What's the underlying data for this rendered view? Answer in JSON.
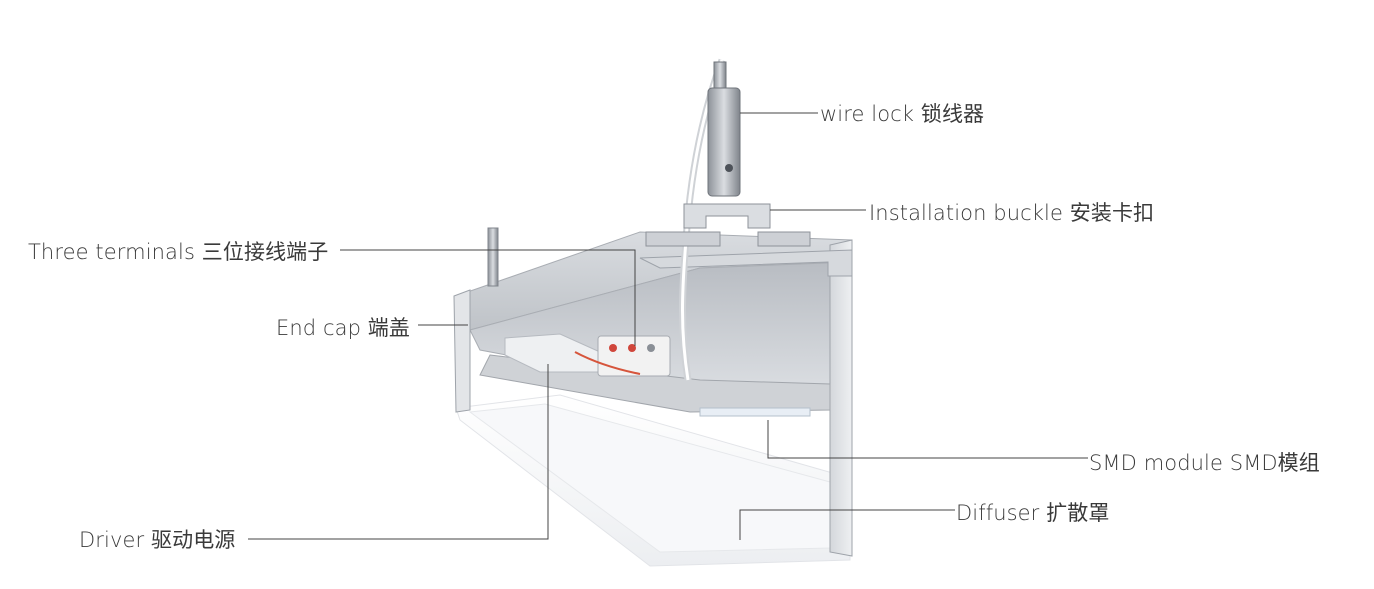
{
  "labels": {
    "wire_lock": "wire lock 锁线器",
    "installation_buckle": "Installation buckle 安装卡扣",
    "three_terminals": "Three terminals 三位接线端子",
    "end_cap": "End cap 端盖",
    "smd_module": "SMD module SMD模组",
    "diffuser": "Diffuser 扩散罩",
    "driver": "Driver 驱动电源"
  },
  "colors": {
    "aluminum_light": "#e4e6e9",
    "aluminum_mid": "#c9ccd1",
    "aluminum_dark": "#9ea3aa",
    "diffuser": "#f4f5f7",
    "leader_line": "#444444",
    "label_text": "#3a3a3a"
  }
}
